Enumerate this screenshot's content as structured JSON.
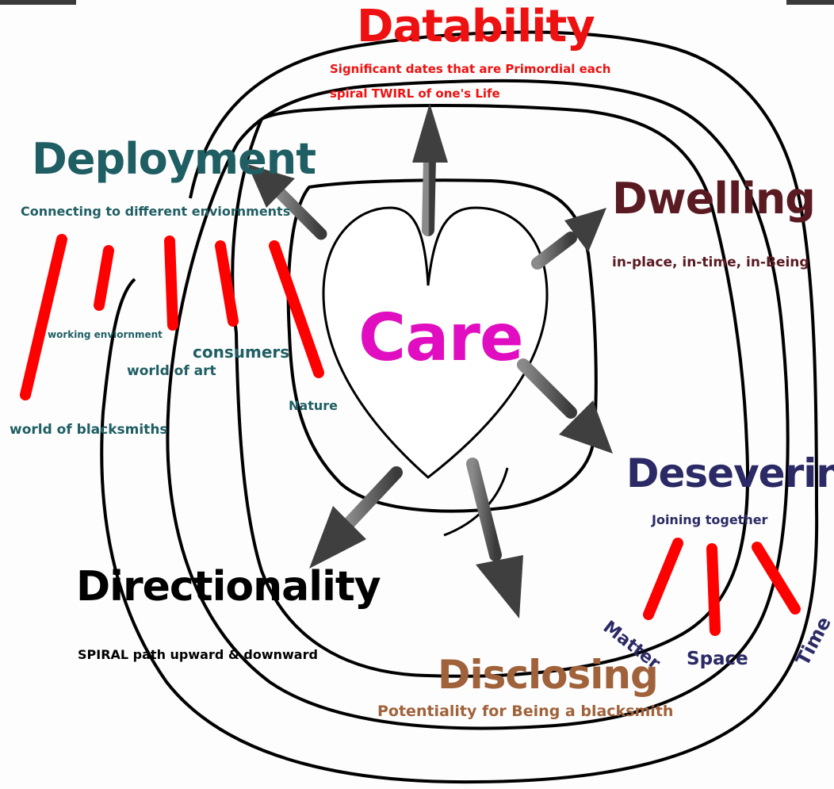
{
  "colors": {
    "datability": "#ee1111",
    "deployment": "#1f5e63",
    "dwelling": "#5a1a22",
    "desevering": "#2b2a66",
    "directionality": "#000000",
    "disclosing": "#a0623a",
    "care": "#e00ec0",
    "strokes": "#ff0000",
    "arrows": "#4a4a4a"
  },
  "center": {
    "label": "Care"
  },
  "nodes": {
    "datability": {
      "title": "Datability",
      "sub_line1": "Significant dates that are Primordial each",
      "sub_line2": "spiral TWIRL of one's Life"
    },
    "deployment": {
      "title": "Deployment",
      "subtitle": "Connecting to different enviornments",
      "items": [
        "working enviornment",
        "world of art",
        "consumers",
        "Nature",
        "world of blacksmiths"
      ]
    },
    "dwelling": {
      "title": "Dwelling",
      "subtitle": "in-place, in-time, in-Being"
    },
    "desevering": {
      "title": "Desevering",
      "subtitle": "Joining together",
      "items": [
        "Matter",
        "Space",
        "Time"
      ]
    },
    "directionality": {
      "title": "Directionality",
      "subtitle": "SPIRAL path upward  & downward"
    },
    "disclosing": {
      "title": "Disclosing",
      "subtitle": "Potentiality for Being a blacksmith"
    }
  }
}
